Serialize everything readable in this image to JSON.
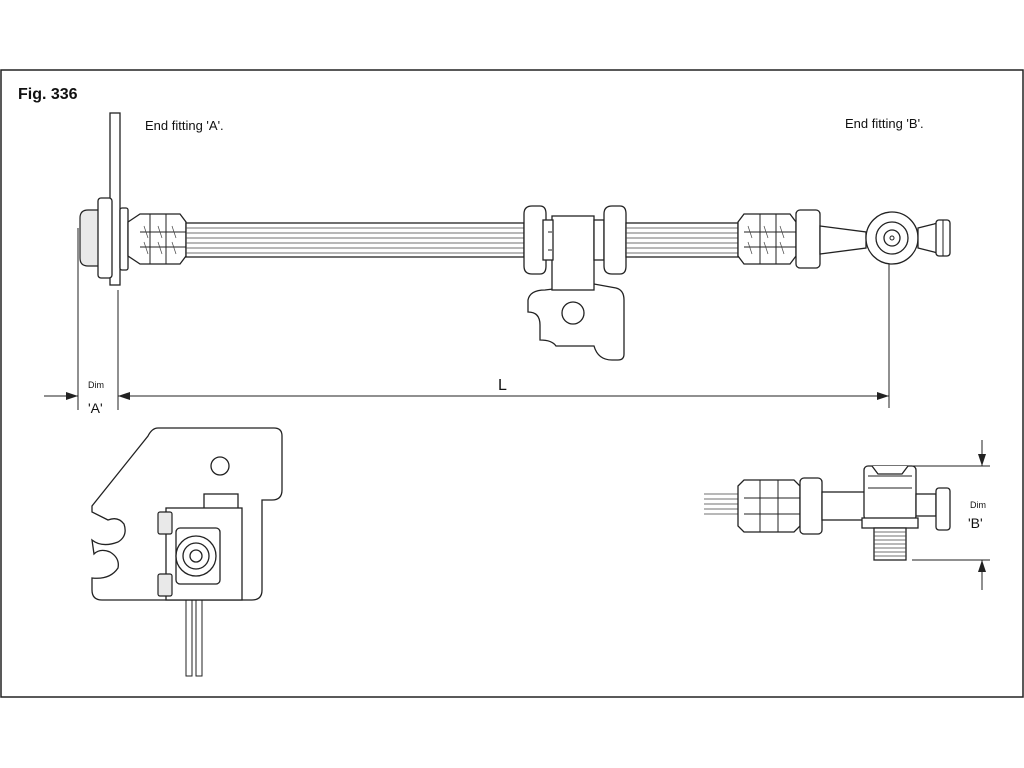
{
  "figure": {
    "title": "Fig. 336",
    "end_fitting_a": "End fitting 'A'.",
    "end_fitting_b": "End fitting 'B'.",
    "dim_a_word": "Dim",
    "dim_a_value": "'A'",
    "length_label": "L",
    "dim_b_word": "Dim",
    "dim_b_value": "'B'"
  }
}
